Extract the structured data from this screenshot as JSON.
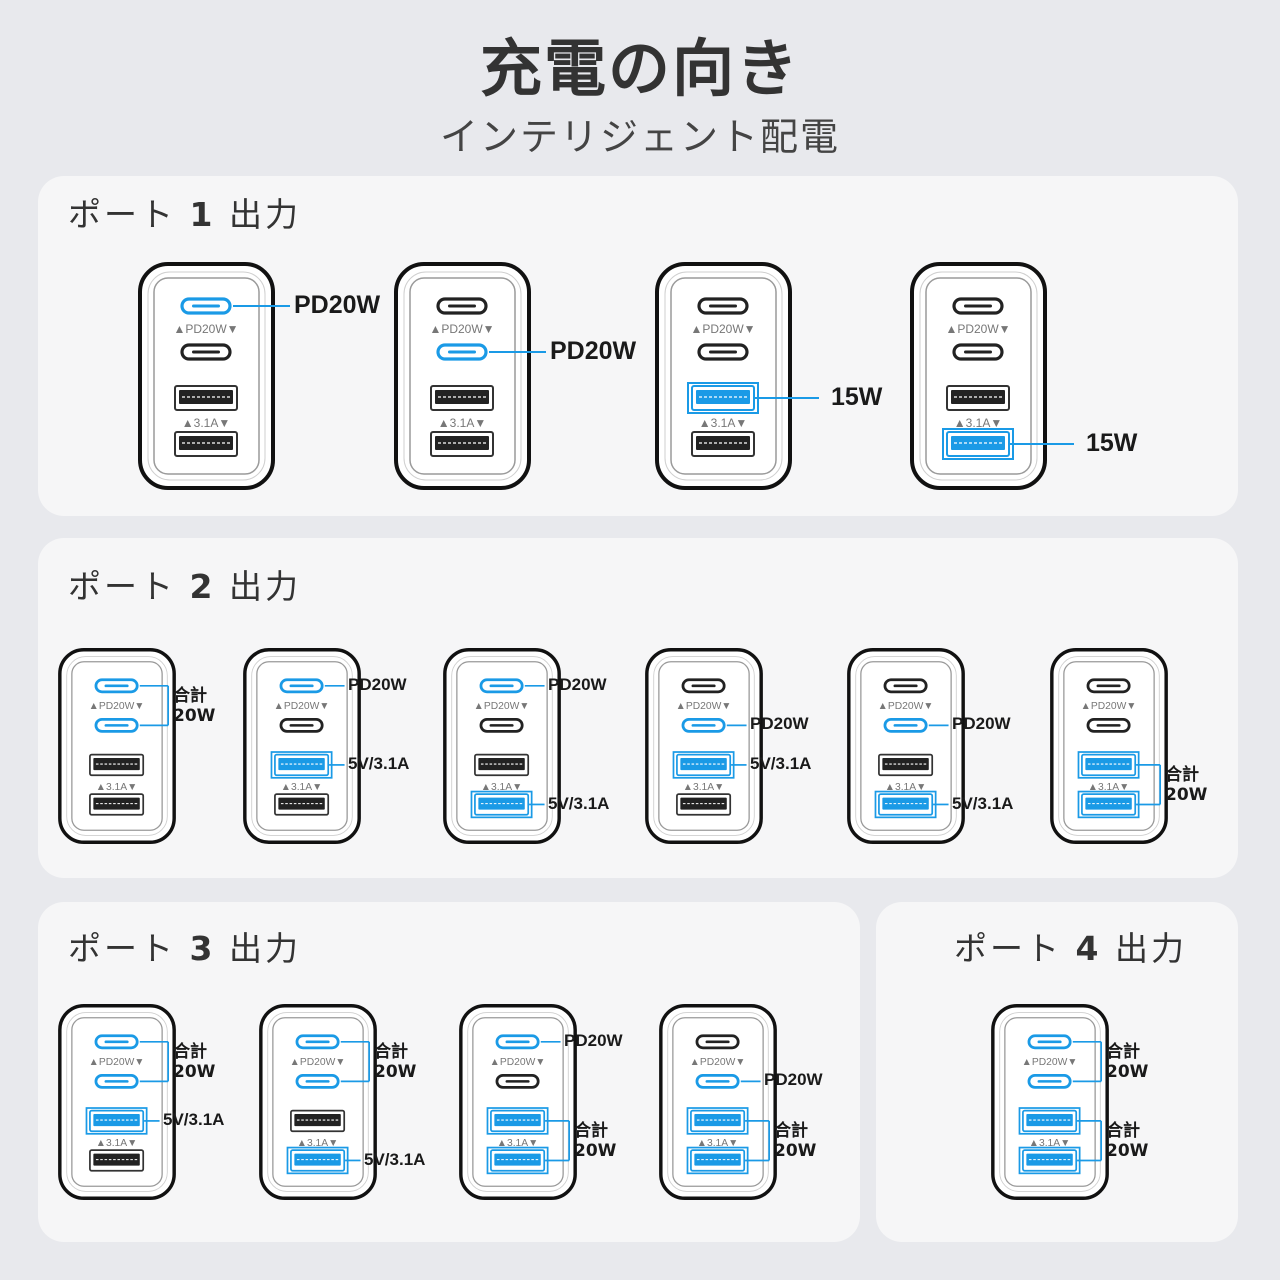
{
  "header": {
    "title": "充電の向き",
    "subtitle": "インテリジェント配電"
  },
  "device": {
    "c_port_label": "▲PD20W▼",
    "a_port_label": "▲3.1A▼"
  },
  "colors": {
    "active": "#1a9ae6",
    "inactive": "#222222",
    "background": "#e8e9ed",
    "panel": "#f6f6f7"
  },
  "panels": {
    "p1": {
      "prefix": "ポート ",
      "num": "1",
      "suffix": " 出力"
    },
    "p2": {
      "prefix": "ポート ",
      "num": "2",
      "suffix": " 出力"
    },
    "p3": {
      "prefix": "ポート ",
      "num": "3",
      "suffix": " 出力"
    },
    "p4": {
      "prefix": "ポート ",
      "num": "4",
      "suffix": " 出力"
    }
  },
  "labels": {
    "pd20w": "PD20W",
    "w15": "15W",
    "a31": "5V/3.1A",
    "total_line1": "合計",
    "total_line2": "20W"
  },
  "configs": [
    {
      "panel": "p1",
      "active": [
        1,
        0,
        0,
        0
      ],
      "annotations": [
        {
          "type": "single",
          "port": 0,
          "text": "PD20W"
        }
      ]
    },
    {
      "panel": "p1",
      "active": [
        0,
        1,
        0,
        0
      ],
      "annotations": [
        {
          "type": "single",
          "port": 1,
          "text": "PD20W"
        }
      ]
    },
    {
      "panel": "p1",
      "active": [
        0,
        0,
        1,
        0
      ],
      "annotations": [
        {
          "type": "single",
          "port": 2,
          "text": "15W"
        }
      ]
    },
    {
      "panel": "p1",
      "active": [
        0,
        0,
        0,
        1
      ],
      "annotations": [
        {
          "type": "single",
          "port": 3,
          "text": "15W"
        }
      ]
    },
    {
      "panel": "p2",
      "active": [
        1,
        1,
        0,
        0
      ],
      "annotations": [
        {
          "type": "total",
          "ports": [
            0,
            1
          ],
          "text": "合計 20W"
        }
      ]
    },
    {
      "panel": "p2",
      "active": [
        1,
        0,
        1,
        0
      ],
      "annotations": [
        {
          "type": "single",
          "port": 0,
          "text": "PD20W"
        },
        {
          "type": "single",
          "port": 2,
          "text": "5V/3.1A"
        }
      ]
    },
    {
      "panel": "p2",
      "active": [
        1,
        0,
        0,
        1
      ],
      "annotations": [
        {
          "type": "single",
          "port": 0,
          "text": "PD20W"
        },
        {
          "type": "single",
          "port": 3,
          "text": "5V/3.1A"
        }
      ]
    },
    {
      "panel": "p2",
      "active": [
        0,
        1,
        1,
        0
      ],
      "annotations": [
        {
          "type": "single",
          "port": 1,
          "text": "PD20W"
        },
        {
          "type": "single",
          "port": 2,
          "text": "5V/3.1A"
        }
      ]
    },
    {
      "panel": "p2",
      "active": [
        0,
        1,
        0,
        1
      ],
      "annotations": [
        {
          "type": "single",
          "port": 1,
          "text": "PD20W"
        },
        {
          "type": "single",
          "port": 3,
          "text": "5V/3.1A"
        }
      ]
    },
    {
      "panel": "p2",
      "active": [
        0,
        0,
        1,
        1
      ],
      "annotations": [
        {
          "type": "total",
          "ports": [
            2,
            3
          ],
          "text": "合計 20W"
        }
      ]
    },
    {
      "panel": "p3",
      "active": [
        1,
        1,
        1,
        0
      ],
      "annotations": [
        {
          "type": "total",
          "ports": [
            0,
            1
          ],
          "text": "合計 20W"
        },
        {
          "type": "single",
          "port": 2,
          "text": "5V/3.1A"
        }
      ]
    },
    {
      "panel": "p3",
      "active": [
        1,
        1,
        0,
        1
      ],
      "annotations": [
        {
          "type": "total",
          "ports": [
            0,
            1
          ],
          "text": "合計 20W"
        },
        {
          "type": "single",
          "port": 3,
          "text": "5V/3.1A"
        }
      ]
    },
    {
      "panel": "p3",
      "active": [
        1,
        0,
        1,
        1
      ],
      "annotations": [
        {
          "type": "single",
          "port": 0,
          "text": "PD20W"
        },
        {
          "type": "total",
          "ports": [
            2,
            3
          ],
          "text": "合計 20W"
        }
      ]
    },
    {
      "panel": "p3",
      "active": [
        0,
        1,
        1,
        1
      ],
      "annotations": [
        {
          "type": "single",
          "port": 1,
          "text": "PD20W"
        },
        {
          "type": "total",
          "ports": [
            2,
            3
          ],
          "text": "合計 20W"
        }
      ]
    },
    {
      "panel": "p4",
      "active": [
        1,
        1,
        1,
        1
      ],
      "annotations": [
        {
          "type": "total",
          "ports": [
            0,
            1
          ],
          "text": "合計 20W"
        },
        {
          "type": "total",
          "ports": [
            2,
            3
          ],
          "text": "合計 20W"
        }
      ]
    }
  ]
}
